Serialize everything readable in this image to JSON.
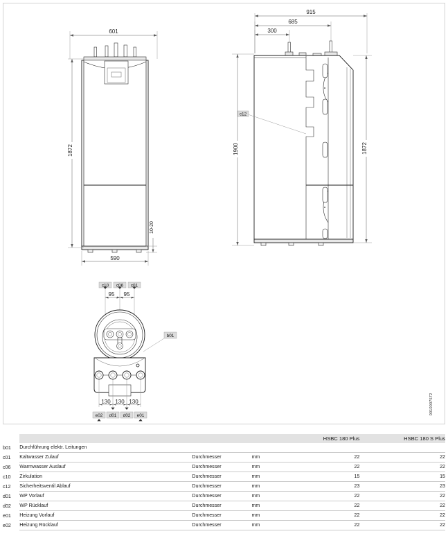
{
  "drawing": {
    "front_view": {
      "name": "front-view",
      "dim_width_top": "601",
      "dim_width_bottom": "590",
      "dim_height": "1872",
      "dim_foot": "10-20"
    },
    "side_view": {
      "name": "side-view",
      "dim_depth_total": "915",
      "dim_depth_mid": "685",
      "dim_depth_small": "300",
      "dim_height_left": "1900",
      "dim_height_right": "1872",
      "callout": "c12"
    },
    "top_view": {
      "name": "top-bottom-view",
      "top_labels": [
        "c10",
        "c06",
        "c01"
      ],
      "top_dims": [
        "95",
        "95"
      ],
      "side_label": "b01",
      "bottom_dims": [
        "130",
        "130",
        "130"
      ],
      "bottom_labels": [
        "e02",
        "d01",
        "d02",
        "e01"
      ]
    },
    "doc_number": "0010007572"
  },
  "table": {
    "header": {
      "col_measure": "",
      "col_unit": "",
      "col_model_1": "HSBC 180 Plus",
      "col_model_2": "HSBC 180 S Plus"
    },
    "rows": [
      {
        "code": "b01",
        "desc": "Durchführung elektr. Leitungen",
        "measure": "",
        "unit": "",
        "v1": "",
        "v2": ""
      },
      {
        "code": "c01",
        "desc": "Kaltwasser Zulauf",
        "measure": "Durchmesser",
        "unit": "mm",
        "v1": "22",
        "v2": "22"
      },
      {
        "code": "c06",
        "desc": "Warmwasser Auslauf",
        "measure": "Durchmesser",
        "unit": "mm",
        "v1": "22",
        "v2": "22"
      },
      {
        "code": "c10",
        "desc": "Zirkulation",
        "measure": "Durchmesser",
        "unit": "mm",
        "v1": "15",
        "v2": "15"
      },
      {
        "code": "c12",
        "desc": "Sicherheitsventil Ablauf",
        "measure": "Durchmesser",
        "unit": "mm",
        "v1": "23",
        "v2": "23"
      },
      {
        "code": "d01",
        "desc": "WP Vorlauf",
        "measure": "Durchmesser",
        "unit": "mm",
        "v1": "22",
        "v2": "22"
      },
      {
        "code": "d02",
        "desc": "WP Rücklauf",
        "measure": "Durchmesser",
        "unit": "mm",
        "v1": "22",
        "v2": "22"
      },
      {
        "code": "e01",
        "desc": "Heizung Vorlauf",
        "measure": "Durchmesser",
        "unit": "mm",
        "v1": "22",
        "v2": "22"
      },
      {
        "code": "e02",
        "desc": "Heizung Rücklauf",
        "measure": "Durchmesser",
        "unit": "mm",
        "v1": "22",
        "v2": "22"
      }
    ]
  },
  "colors": {
    "line": "#1d1d1d",
    "dimension": "#5a5a5a",
    "header_band": "#e2e2e2",
    "rule": "#c9c9c9"
  }
}
